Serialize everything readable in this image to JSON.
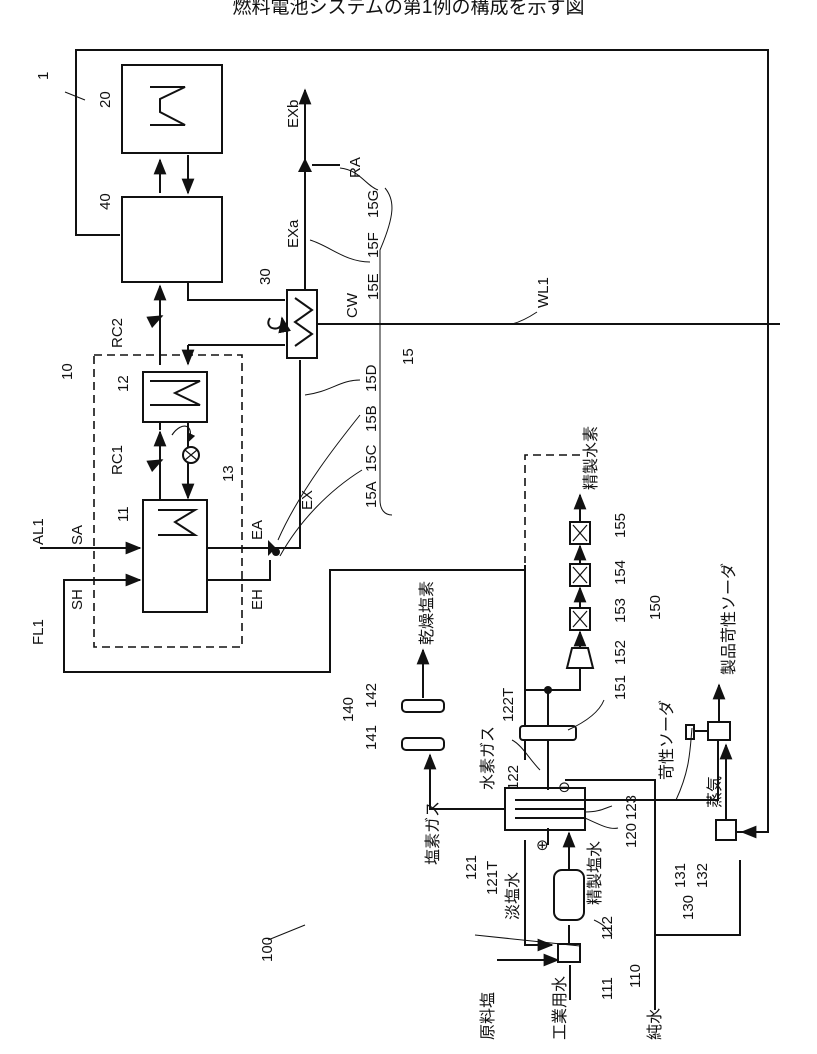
{
  "title": "燃料電池システムの第1例の構成を示す図",
  "refs": {
    "system1": "1",
    "cell20": "20",
    "unit40": "40",
    "module10": "10",
    "hx12": "12",
    "hx11": "11",
    "pump13": "13",
    "cond30": "30",
    "r15": "15",
    "r15A": "15A",
    "r15B": "15B",
    "r15C": "15C",
    "r15D": "15D",
    "r15E": "15E",
    "r15F": "15F",
    "r15G": "15G",
    "sys100": "100",
    "r110": "110",
    "r111": "111",
    "r112": "112",
    "r120": "120",
    "r121": "121",
    "r121T": "121T",
    "r122": "122",
    "r122T": "122T",
    "r123": "123",
    "r130": "130",
    "r131": "131",
    "r132": "132",
    "r140": "140",
    "r141": "141",
    "r142": "142",
    "r150": "150",
    "r151": "151",
    "r152": "152",
    "r153": "153",
    "r154": "154",
    "r155": "155"
  },
  "signals": {
    "EXb": "EXb",
    "RA": "RA",
    "EXa": "EXa",
    "CW": "CW",
    "WL1": "WL1",
    "RC2": "RC2",
    "RC1": "RC1",
    "EA": "EA",
    "EX": "EX",
    "EH": "EH",
    "SA": "SA",
    "SH": "SH",
    "AL1": "AL1",
    "FL1": "FL1"
  },
  "labels": {
    "raw_salt": "原料塩",
    "industrial_water": "工業用水",
    "pure_water": "純水",
    "chlorine_gas": "塩素ガス",
    "dilute_brine": "淡塩水",
    "refined_brine": "精製塩水",
    "hydrogen_gas": "水素ガス",
    "steam": "蒸気",
    "caustic": "苛性ソーダ",
    "product_caustic": "製品苛性ソーダ",
    "dry_chlorine": "乾燥塩素",
    "refined_hydrogen": "精製水素"
  },
  "symbols": {
    "plus": "⊕",
    "minus": "⊖"
  }
}
